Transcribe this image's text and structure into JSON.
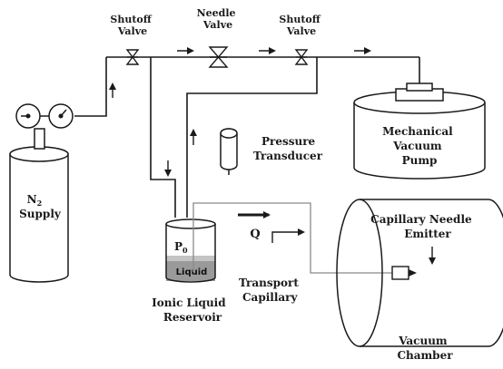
{
  "labels": {
    "shutoff_valve_left": [
      "Shutoff",
      "Valve"
    ],
    "needle_valve": [
      "Needle",
      "Valve"
    ],
    "shutoff_valve_right": [
      "Shutoff",
      "Valve"
    ],
    "pressure_transducer": [
      "Pressure",
      "Transducer"
    ],
    "mechanical_vacuum_pump": [
      "Mechanical",
      "Vacuum",
      "Pump"
    ],
    "n2_supply": {
      "main": "N",
      "subscript": "2",
      "line2": "Supply"
    },
    "reservoir_pressure": {
      "main": "P",
      "subscript": "0"
    },
    "liquid": "Liquid",
    "ionic_liquid_reservoir": [
      "Ionic Liquid",
      "Reservoir"
    ],
    "flow_rate": "Q",
    "transport_capillary": [
      "Transport",
      "Capillary"
    ],
    "capillary_needle_emitter": [
      "Capillary Needle",
      "Emitter"
    ],
    "vacuum_chamber": [
      "Vacuum",
      "Chamber"
    ]
  },
  "colors": {
    "line": "#1a1a1a",
    "capillary": "#8a8a8a",
    "liquid_fill": "#9a9a9a",
    "liquid_band": "#c4c4c4"
  }
}
